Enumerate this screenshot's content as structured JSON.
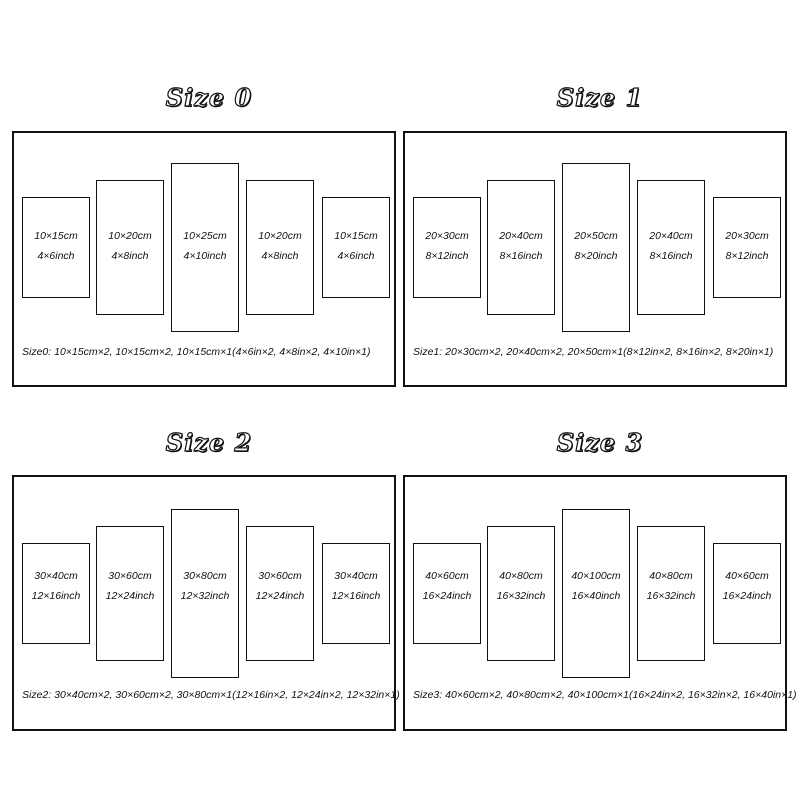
{
  "groups": [
    {
      "title": "Size 0",
      "panels": [
        {
          "cm": "10×15cm",
          "inch": "4×6inch"
        },
        {
          "cm": "10×20cm",
          "inch": "4×8inch"
        },
        {
          "cm": "10×25cm",
          "inch": "4×10inch"
        },
        {
          "cm": "10×20cm",
          "inch": "4×8inch"
        },
        {
          "cm": "10×15cm",
          "inch": "4×6inch"
        }
      ],
      "caption": "Size0: 10×15cm×2, 10×15cm×2, 10×15cm×1(4×6in×2, 4×8in×2, 4×10in×1)"
    },
    {
      "title": "Size 1",
      "panels": [
        {
          "cm": "20×30cm",
          "inch": "8×12inch"
        },
        {
          "cm": "20×40cm",
          "inch": "8×16inch"
        },
        {
          "cm": "20×50cm",
          "inch": "8×20inch"
        },
        {
          "cm": "20×40cm",
          "inch": "8×16inch"
        },
        {
          "cm": "20×30cm",
          "inch": "8×12inch"
        }
      ],
      "caption": "Size1: 20×30cm×2, 20×40cm×2, 20×50cm×1(8×12in×2, 8×16in×2, 8×20in×1)"
    },
    {
      "title": "Size 2",
      "panels": [
        {
          "cm": "30×40cm",
          "inch": "12×16inch"
        },
        {
          "cm": "30×60cm",
          "inch": "12×24inch"
        },
        {
          "cm": "30×80cm",
          "inch": "12×32inch"
        },
        {
          "cm": "30×60cm",
          "inch": "12×24inch"
        },
        {
          "cm": "30×40cm",
          "inch": "12×16inch"
        }
      ],
      "caption": "Size2: 30×40cm×2, 30×60cm×2, 30×80cm×1(12×16in×2, 12×24in×2, 12×32in×1)"
    },
    {
      "title": "Size 3",
      "panels": [
        {
          "cm": "40×60cm",
          "inch": "16×24inch"
        },
        {
          "cm": "40×80cm",
          "inch": "16×32inch"
        },
        {
          "cm": "40×100cm",
          "inch": "16×40inch"
        },
        {
          "cm": "40×80cm",
          "inch": "16×32inch"
        },
        {
          "cm": "40×60cm",
          "inch": "16×24inch"
        }
      ],
      "caption": "Size3: 40×60cm×2, 40×80cm×2, 40×100cm×1(16×24in×2, 16×32in×2, 16×40in×1)"
    }
  ]
}
